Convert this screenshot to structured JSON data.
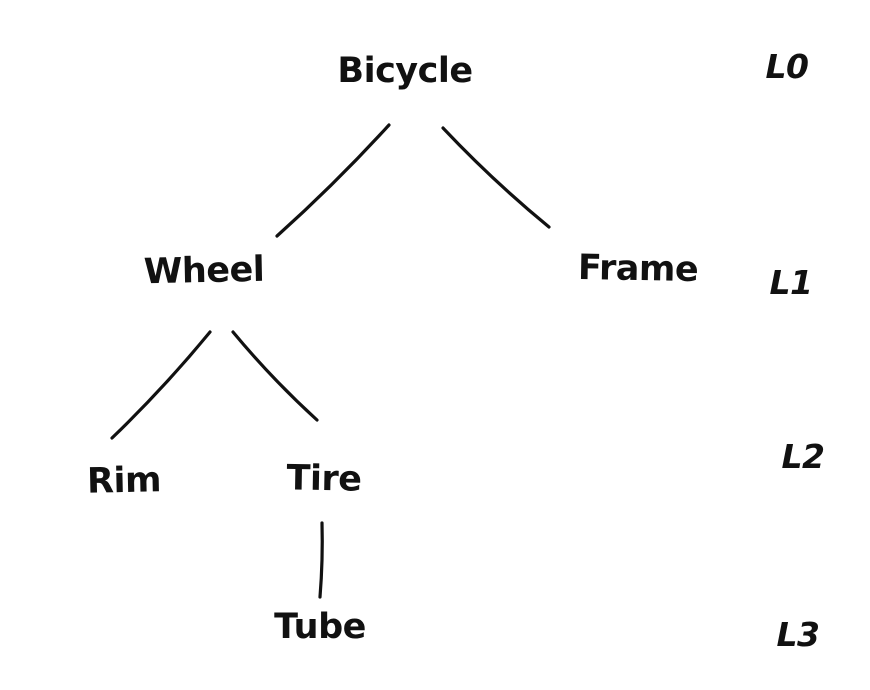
{
  "diagram": {
    "type": "tree",
    "style": "hand-drawn",
    "colors": {
      "ink": "#111111",
      "background": "#ffffff"
    },
    "nodes": {
      "bicycle": "Bicycle",
      "wheel": "Wheel",
      "frame": "Frame",
      "rim": "Rim",
      "tire": "Tire",
      "tube": "Tube"
    },
    "levels": {
      "l0": "L0",
      "l1": "L1",
      "l2": "L2",
      "l3": "L3"
    },
    "edges": [
      {
        "from": "Bicycle",
        "to": "Wheel"
      },
      {
        "from": "Bicycle",
        "to": "Frame"
      },
      {
        "from": "Wheel",
        "to": "Rim"
      },
      {
        "from": "Wheel",
        "to": "Tire"
      },
      {
        "from": "Tire",
        "to": "Tube"
      }
    ]
  }
}
